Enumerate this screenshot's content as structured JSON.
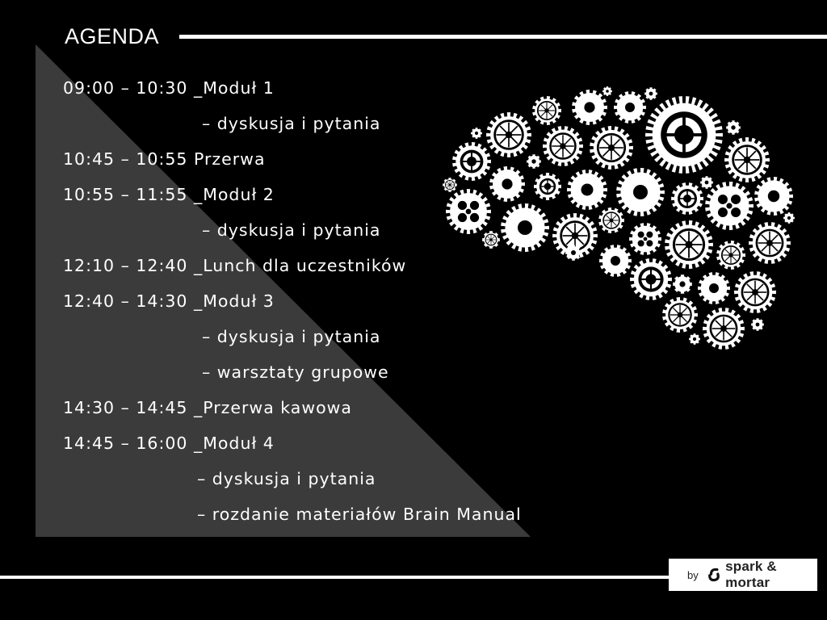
{
  "title": "AGENDA",
  "agenda": [
    {
      "text": "09:00 – 10:30 _Moduł 1",
      "indent": false
    },
    {
      "text": "– dyskusja i pytania",
      "indent": true
    },
    {
      "text": "10:45 – 10:55 Przerwa",
      "indent": false
    },
    {
      "text": "10:55 – 11:55 _Moduł 2",
      "indent": false
    },
    {
      "text": "– dyskusja i pytania",
      "indent": true
    },
    {
      "text": "12:10 – 12:40 _Lunch dla uczestników",
      "indent": false
    },
    {
      "text": "12:40 – 14:30 _Moduł 3",
      "indent": false
    },
    {
      "text": "– dyskusja i pytania",
      "indent": true
    },
    {
      "text": "– warsztaty grupowe",
      "indent": true
    },
    {
      "text": "14:30 – 14:45 _Przerwa kawowa",
      "indent": false
    },
    {
      "text": "14:45 – 16:00 _Moduł 4",
      "indent": false
    },
    {
      "text": "– dyskusja i pytania",
      "indent": true
    },
    {
      "text": "– rozdanie materiałów Brain Manual",
      "indent": true
    }
  ],
  "logo": {
    "by": "by",
    "brand": "spark & mortar"
  },
  "colors": {
    "background": "#000000",
    "triangle": "#3b3b3b",
    "text": "#ffffff"
  }
}
